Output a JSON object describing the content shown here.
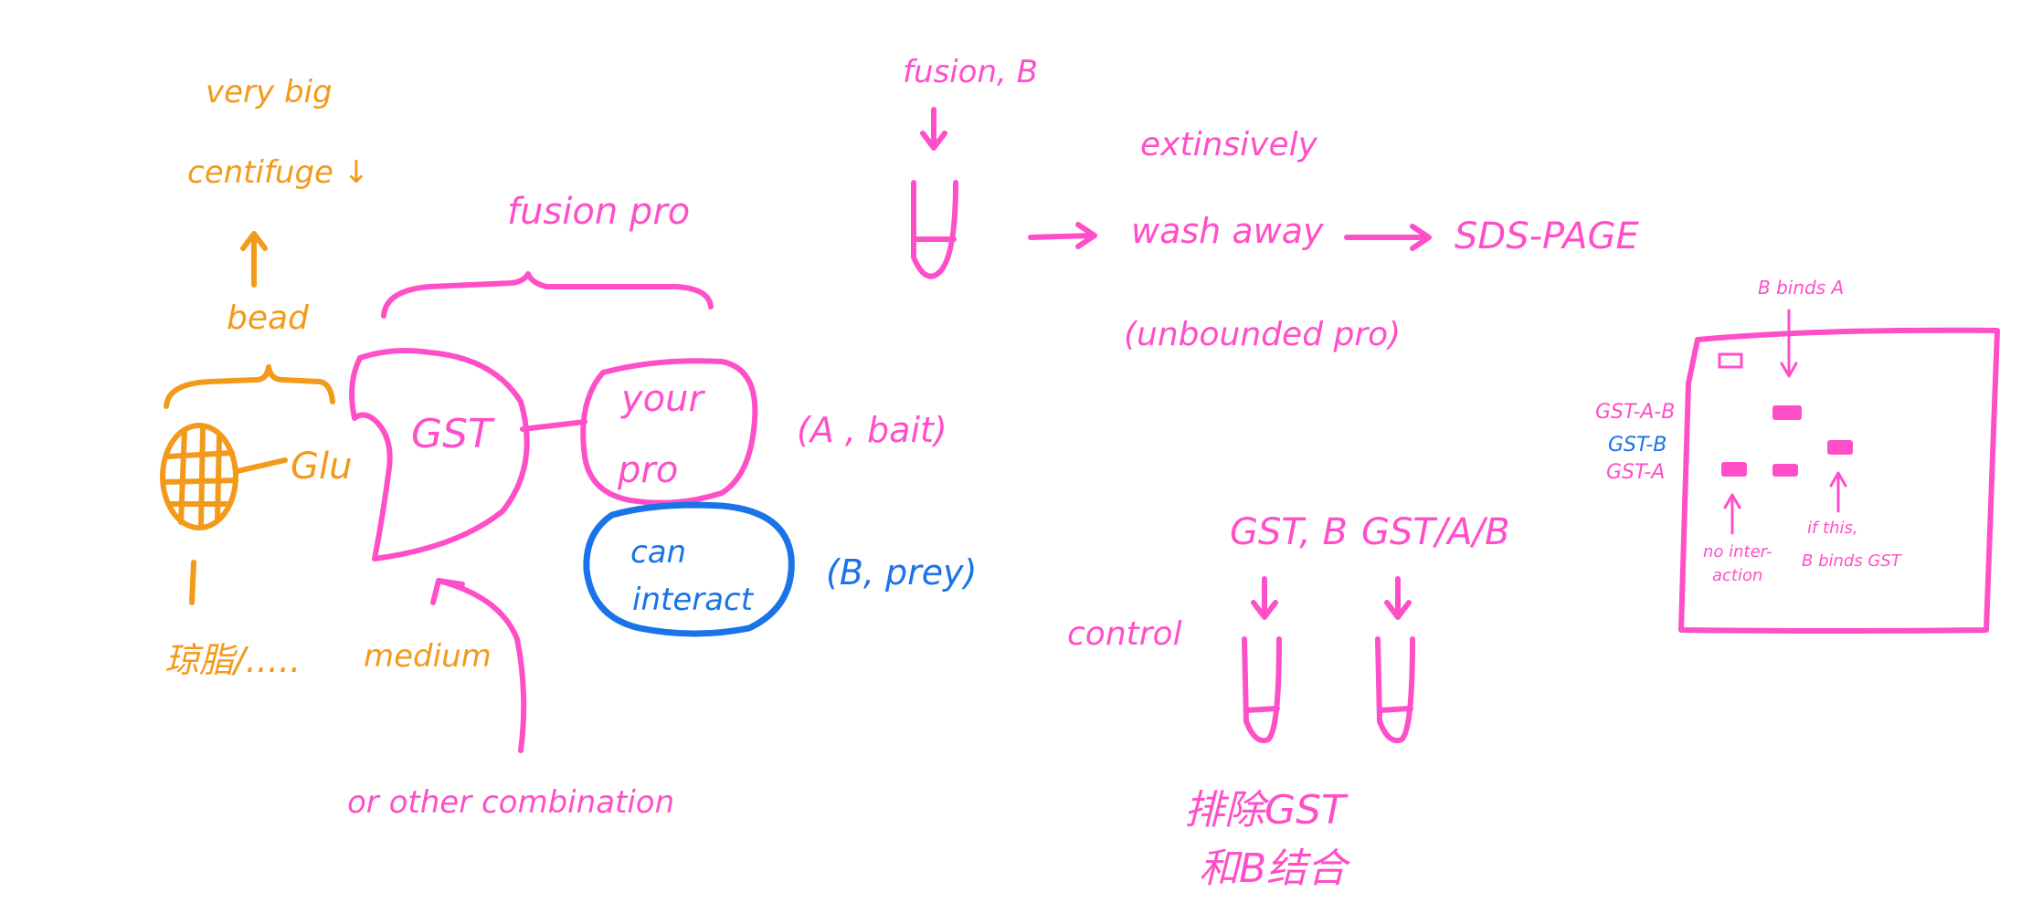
{
  "colors": {
    "pink": "#ff4fc8",
    "orange": "#f39a1b",
    "blue": "#1a73e8"
  },
  "left": {
    "very_big": "very big",
    "centrifuge": "centifuge ↓",
    "bead": "bead",
    "glu": "Glu",
    "resin": "琼脂/.....",
    "medium": "medium",
    "fusion_pro": "fusion pro",
    "gst": "GST",
    "your_pro_line1": "your",
    "your_pro_line2": "pro",
    "a_bait": "(A , bait)",
    "can": "can",
    "interact": "interact",
    "b_prey": "(B, prey)",
    "or_other": "or other combination"
  },
  "workflow": {
    "fusion_b": "fusion, B",
    "extensively": "extinsively",
    "wash_away": "wash away",
    "unbounded": "(unbounded pro)",
    "sds_page": "SDS-PAGE"
  },
  "control": {
    "control_label": "control",
    "gst_b": "GST, B",
    "gst_a_b": "GST/A/B",
    "exclude_line1": "排除GST",
    "exclude_line2": "和B结合"
  },
  "gel": {
    "b_binds_a": "B binds A",
    "gst_a_b": "GST-A-B",
    "gst_b": "GST-B",
    "gst_a": "GST-A",
    "no_interaction_line1": "no inter-",
    "no_interaction_line2": "action",
    "if_this_line1": "if this,",
    "if_this_line2": "B binds GST"
  }
}
